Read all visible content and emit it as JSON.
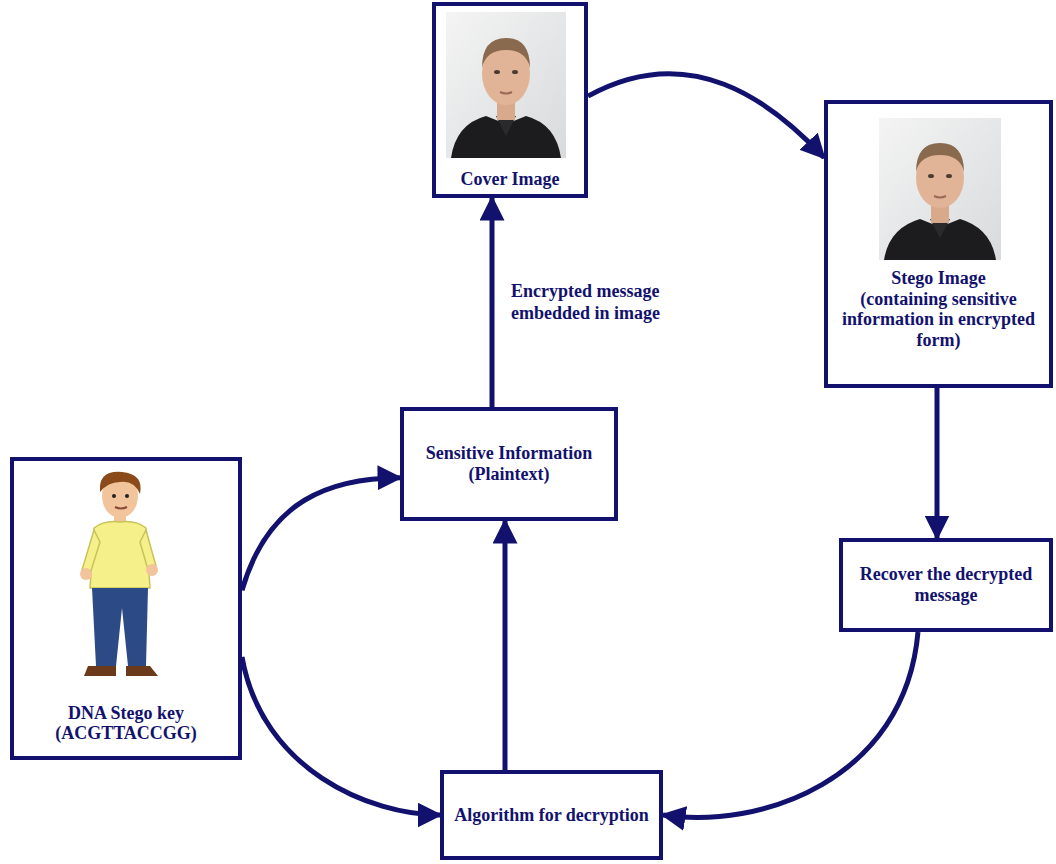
{
  "diagram": {
    "nodes": [
      {
        "text": [
          "Cover Image"
        ]
      },
      {
        "text": [
          "Stego Image",
          "(containing sensitive information in encrypted form)"
        ]
      },
      {
        "text": [
          "Sensitive Information (Plaintext)"
        ]
      },
      {
        "text": [
          "DNA Stego key (ACGTTACCGG)"
        ]
      },
      {
        "text": [
          "Recover the decrypted message"
        ]
      },
      {
        "text": [
          "Algorithm for decryption"
        ]
      }
    ],
    "edges": [
      {
        "from": 2,
        "to": 0,
        "label": "Encrypted message embedded in image",
        "arrow": "to"
      },
      {
        "from": 0,
        "to": 1,
        "arrow": "to"
      },
      {
        "from": 1,
        "to": 4,
        "arrow": "to"
      },
      {
        "from": 4,
        "to": 5,
        "arrow": "to"
      },
      {
        "from": 5,
        "to": 2,
        "arrow": "to"
      },
      {
        "from": 3,
        "to": 2,
        "arrow": "to"
      },
      {
        "from": 3,
        "to": 5,
        "arrow": "to"
      }
    ]
  }
}
